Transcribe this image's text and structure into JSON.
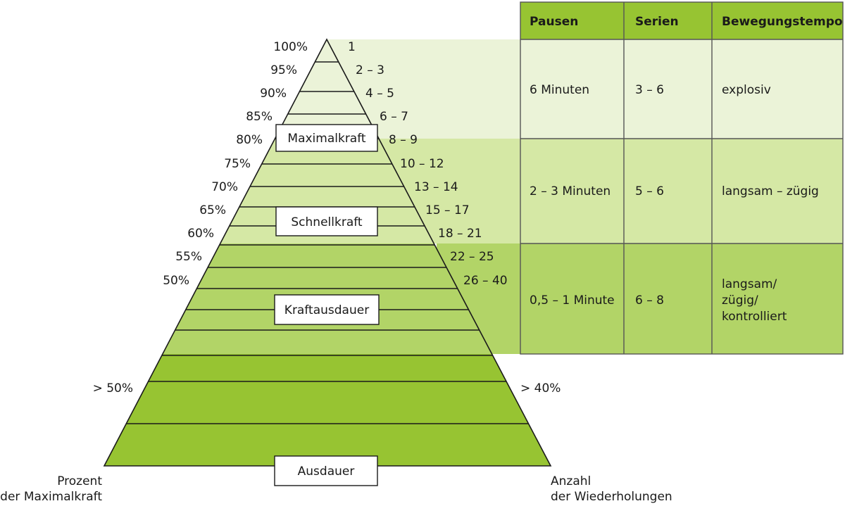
{
  "colors": {
    "zone1": "#ebf3d8",
    "zone2": "#d5e8a5",
    "zone3": "#b2d467",
    "zone4": "#97c432",
    "header": "#97c432",
    "line": "#1a1a1a"
  },
  "pyramid": {
    "left_percents": [
      "100%",
      "95%",
      "90%",
      "85%",
      "80%",
      "75%",
      "70%",
      "65%",
      "60%",
      "55%",
      "50%"
    ],
    "right_reps": [
      "1",
      "2 – 3",
      "4 – 5",
      "6 – 7",
      "8 – 9",
      "10 – 12",
      "13 – 14",
      "15 – 17",
      "18 – 21",
      "22 – 25",
      "26 – 40"
    ],
    "zones": {
      "maximalkraft": "Maximalkraft",
      "schnellkraft": "Schnellkraft",
      "kraftausdauer": "Kraftausdauer",
      "ausdauer": "Ausdauer"
    },
    "endurance_left": "> 50%",
    "endurance_right": "> 40%",
    "axis_left_line1": "Prozent",
    "axis_left_line2": "der Maximalkraft",
    "axis_right_line1": "Anzahl",
    "axis_right_line2": "der Wiederholungen"
  },
  "table": {
    "headers": [
      "Pausen",
      "Serien",
      "Bewegungstempo"
    ],
    "rows": [
      {
        "pausen": "6 Minuten",
        "serien": "3 – 6",
        "tempo": [
          "explosiv"
        ]
      },
      {
        "pausen": "2 – 3 Minuten",
        "serien": "5 – 6",
        "tempo": [
          "langsam – zügig"
        ]
      },
      {
        "pausen": "0,5 – 1 Minute",
        "serien": "6 – 8",
        "tempo": [
          "langsam/",
          "zügig/",
          "kontrolliert"
        ]
      }
    ]
  }
}
